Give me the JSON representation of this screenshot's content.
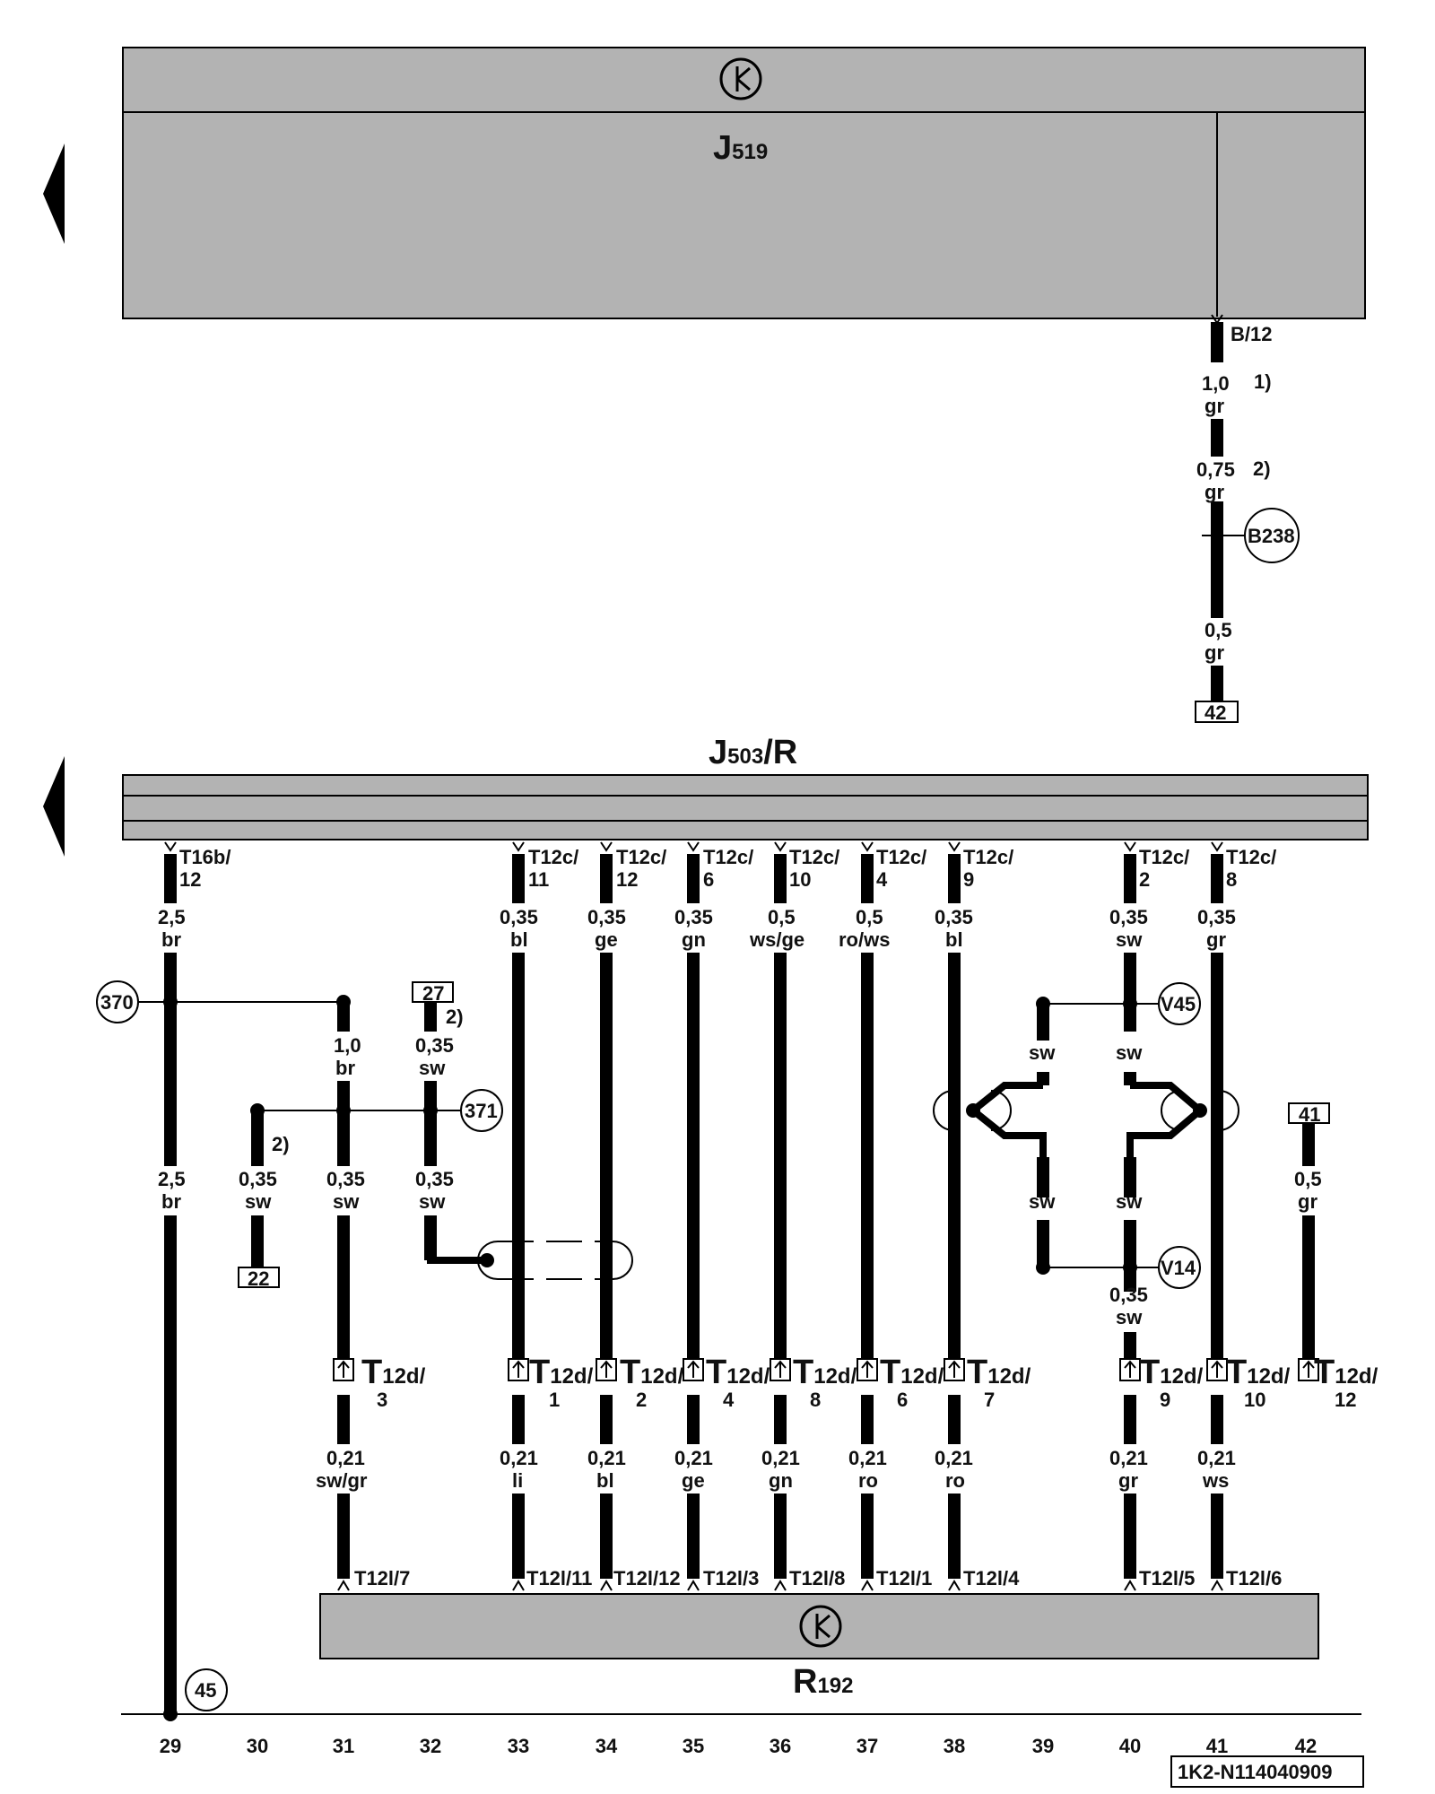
{
  "j519": {
    "name": "J",
    "sub": "519"
  },
  "j503": {
    "name": "J",
    "sub": "503",
    "suffix": "/R"
  },
  "r192": {
    "name": "R",
    "sub": "192"
  },
  "b12": {
    "pin": "B/12",
    "w1": "1,0",
    "c1": "gr",
    "n1": "1)",
    "w2": "0,75",
    "n2": "2)",
    "c2": "gr",
    "splice": "B238",
    "w3": "0,5",
    "c3": "gr",
    "ref": "42"
  },
  "top_wires": [
    {
      "pin1": "T16b/",
      "pin2": "12",
      "w": "2,5",
      "c": "br"
    },
    {
      "pin1": "T12c/",
      "pin2": "11",
      "w": "0,35",
      "c": "bl"
    },
    {
      "pin1": "T12c/",
      "pin2": "12",
      "w": "0,35",
      "c": "ge"
    },
    {
      "pin1": "T12c/",
      "pin2": "6",
      "w": "0,35",
      "c": "gn"
    },
    {
      "pin1": "T12c/",
      "pin2": "10",
      "w": "0,5",
      "c": "ws/ge"
    },
    {
      "pin1": "T12c/",
      "pin2": "4",
      "w": "0,5",
      "c": "ro/ws"
    },
    {
      "pin1": "T12c/",
      "pin2": "9",
      "w": "0,35",
      "c": "bl"
    },
    {
      "pin1": "T12c/",
      "pin2": "2",
      "w": "0,35",
      "c": "sw"
    },
    {
      "pin1": "T12c/",
      "pin2": "8",
      "w": "0,35",
      "c": "gr"
    }
  ],
  "splices": {
    "s370": "370",
    "s371": "371",
    "s45": "45",
    "v45": "V45",
    "v14": "V14"
  },
  "refs": {
    "r27": "27",
    "r22": "22",
    "r41": "41"
  },
  "notes": {
    "n2a": "2)",
    "n2b": "2)"
  },
  "mid_wires": {
    "w29b": {
      "w": "2,5",
      "c": "br"
    },
    "w31a": {
      "w": "1,0",
      "c": "br"
    },
    "w32a": {
      "w": "0,35",
      "c": "sw"
    },
    "w30": {
      "w": "0,35",
      "c": "sw"
    },
    "w31b": {
      "w": "0,35",
      "c": "sw"
    },
    "w32b": {
      "w": "0,35",
      "c": "sw"
    },
    "sw39a": "sw",
    "sw40a": "sw",
    "sw39b": "sw",
    "sw40b": "sw",
    "w40c": {
      "w": "0,35",
      "c": "sw"
    },
    "w42": {
      "w": "0,5",
      "c": "gr"
    }
  },
  "connectors": [
    {
      "name": "T",
      "sub": "12d/",
      "pin": "3"
    },
    {
      "name": "T",
      "sub": "12d/",
      "pin": "1"
    },
    {
      "name": "T",
      "sub": "12d/",
      "pin": "2"
    },
    {
      "name": "T",
      "sub": "12d/",
      "pin": "4"
    },
    {
      "name": "T",
      "sub": "12d/",
      "pin": "8"
    },
    {
      "name": "T",
      "sub": "12d/",
      "pin": "6"
    },
    {
      "name": "T",
      "sub": "12d/",
      "pin": "7"
    },
    {
      "name": "T",
      "sub": "12d/",
      "pin": "9"
    },
    {
      "name": "T",
      "sub": "12d/",
      "pin": "10"
    },
    {
      "name": "T",
      "sub": "12d/",
      "pin": "12"
    }
  ],
  "low_wires": [
    {
      "w": "0,21",
      "c": "sw/gr",
      "pin": "T12l/7"
    },
    {
      "w": "0,21",
      "c": "li",
      "pin": "T12l/11"
    },
    {
      "w": "0,21",
      "c": "bl",
      "pin": "T12l/12"
    },
    {
      "w": "0,21",
      "c": "ge",
      "pin": "T12l/3"
    },
    {
      "w": "0,21",
      "c": "gn",
      "pin": "T12l/8"
    },
    {
      "w": "0,21",
      "c": "ro",
      "pin": "T12l/1"
    },
    {
      "w": "0,21",
      "c": "ro",
      "pin": "T12l/4"
    },
    {
      "w": "0,21",
      "c": "gr",
      "pin": "T12l/5"
    },
    {
      "w": "0,21",
      "c": "ws",
      "pin": "T12l/6"
    }
  ],
  "bottom_numbers": [
    "29",
    "30",
    "31",
    "32",
    "33",
    "34",
    "35",
    "36",
    "37",
    "38",
    "39",
    "40",
    "41",
    "42"
  ],
  "diagram_code": "1K2-N114040909"
}
